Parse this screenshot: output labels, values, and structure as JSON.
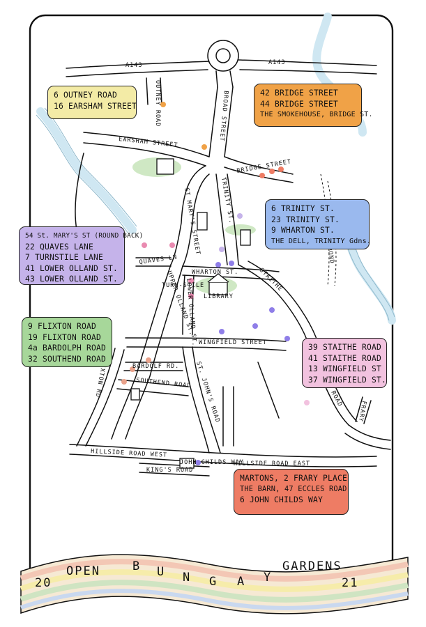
{
  "title": {
    "year_left": "20",
    "word1": "OPEN",
    "word2_letters": [
      "B",
      "U",
      "N",
      "G",
      "A",
      "Y"
    ],
    "word3": "GARDENS",
    "year_right": "21"
  },
  "colors": {
    "yellow": "#f3eba6",
    "orange": "#f0a247",
    "blue": "#9ab9ee",
    "purple": "#c5b3ea",
    "green": "#a7d79a",
    "pink": "#f2c2df",
    "red": "#ee7c64",
    "river": "#cfe7f2",
    "park": "#cfe8c4"
  },
  "boxes": {
    "yellow": [
      "6 OUTNEY ROAD",
      "16 EARSHAM STREET"
    ],
    "orange": [
      "42 BRIDGE STREET",
      "44 BRIDGE STREET",
      "THE SMOKEHOUSE, BRIDGE ST."
    ],
    "blue": [
      "6 TRINITY ST.",
      "23 TRINITY ST.",
      "9 WHARTON ST.",
      "THE DELL, TRINITY Gdns."
    ],
    "purple": [
      "54 St. MARY'S ST (ROUND BACK)",
      "22 QUAVES LANE",
      "7 TURNSTILE LANE",
      "41 LOWER OLLAND ST.",
      "43 LOWER OLLAND ST."
    ],
    "green": [
      "9 FLIXTON ROAD",
      "19 FLIXTON ROAD",
      "4a BARDOLPH ROAD",
      "32 SOUTHEND ROAD"
    ],
    "pink": [
      "39 STAITHE ROAD",
      "41 STAITHE ROAD",
      "13 WINGFIELD ST",
      "37 WINGFIELD ST."
    ],
    "red": [
      "MARTONS, 2 FRARY PLACE",
      "THE BARN, 47 ECCLES ROAD",
      "6 JOHN CHILDS WAY"
    ]
  },
  "roads": {
    "a143_left": "A143",
    "a143_right": "A143",
    "outney": "OUTNEY ROAD",
    "broad": "BROAD STREET",
    "earsham": "EARSHAM STREET",
    "bridge": "BRIDGE STREET",
    "trinity": "TRINITY ST.",
    "st_marys": "ST MARY'S STREET",
    "quaves": "QUAVES LN",
    "upper_olland": "UPPER OLLAND ST.",
    "lower_olland": "LOWER OLLAND ST.",
    "wharton": "WHARTON ST.",
    "staithe": "STAITHE",
    "turnstile": "TURN-STILE",
    "library": "LIBRARY",
    "wingfield": "WINGFIELD STREET",
    "bardolf": "BARDOLF RD.",
    "southend": "SOUTHEND ROAD",
    "flixton": "FLIXTON RD",
    "st_johns": "ST. JOHN'S ROAD",
    "hillside_west": "HILLSIDE ROAD WEST",
    "hillside_east": "HILLSIDE ROAD EAST",
    "kings": "KING'S ROAD",
    "eccles": "ECCLES ROAD",
    "frary": "FRARY",
    "john_childs": "JOHN CHILDS WAY",
    "pond": "POND"
  }
}
